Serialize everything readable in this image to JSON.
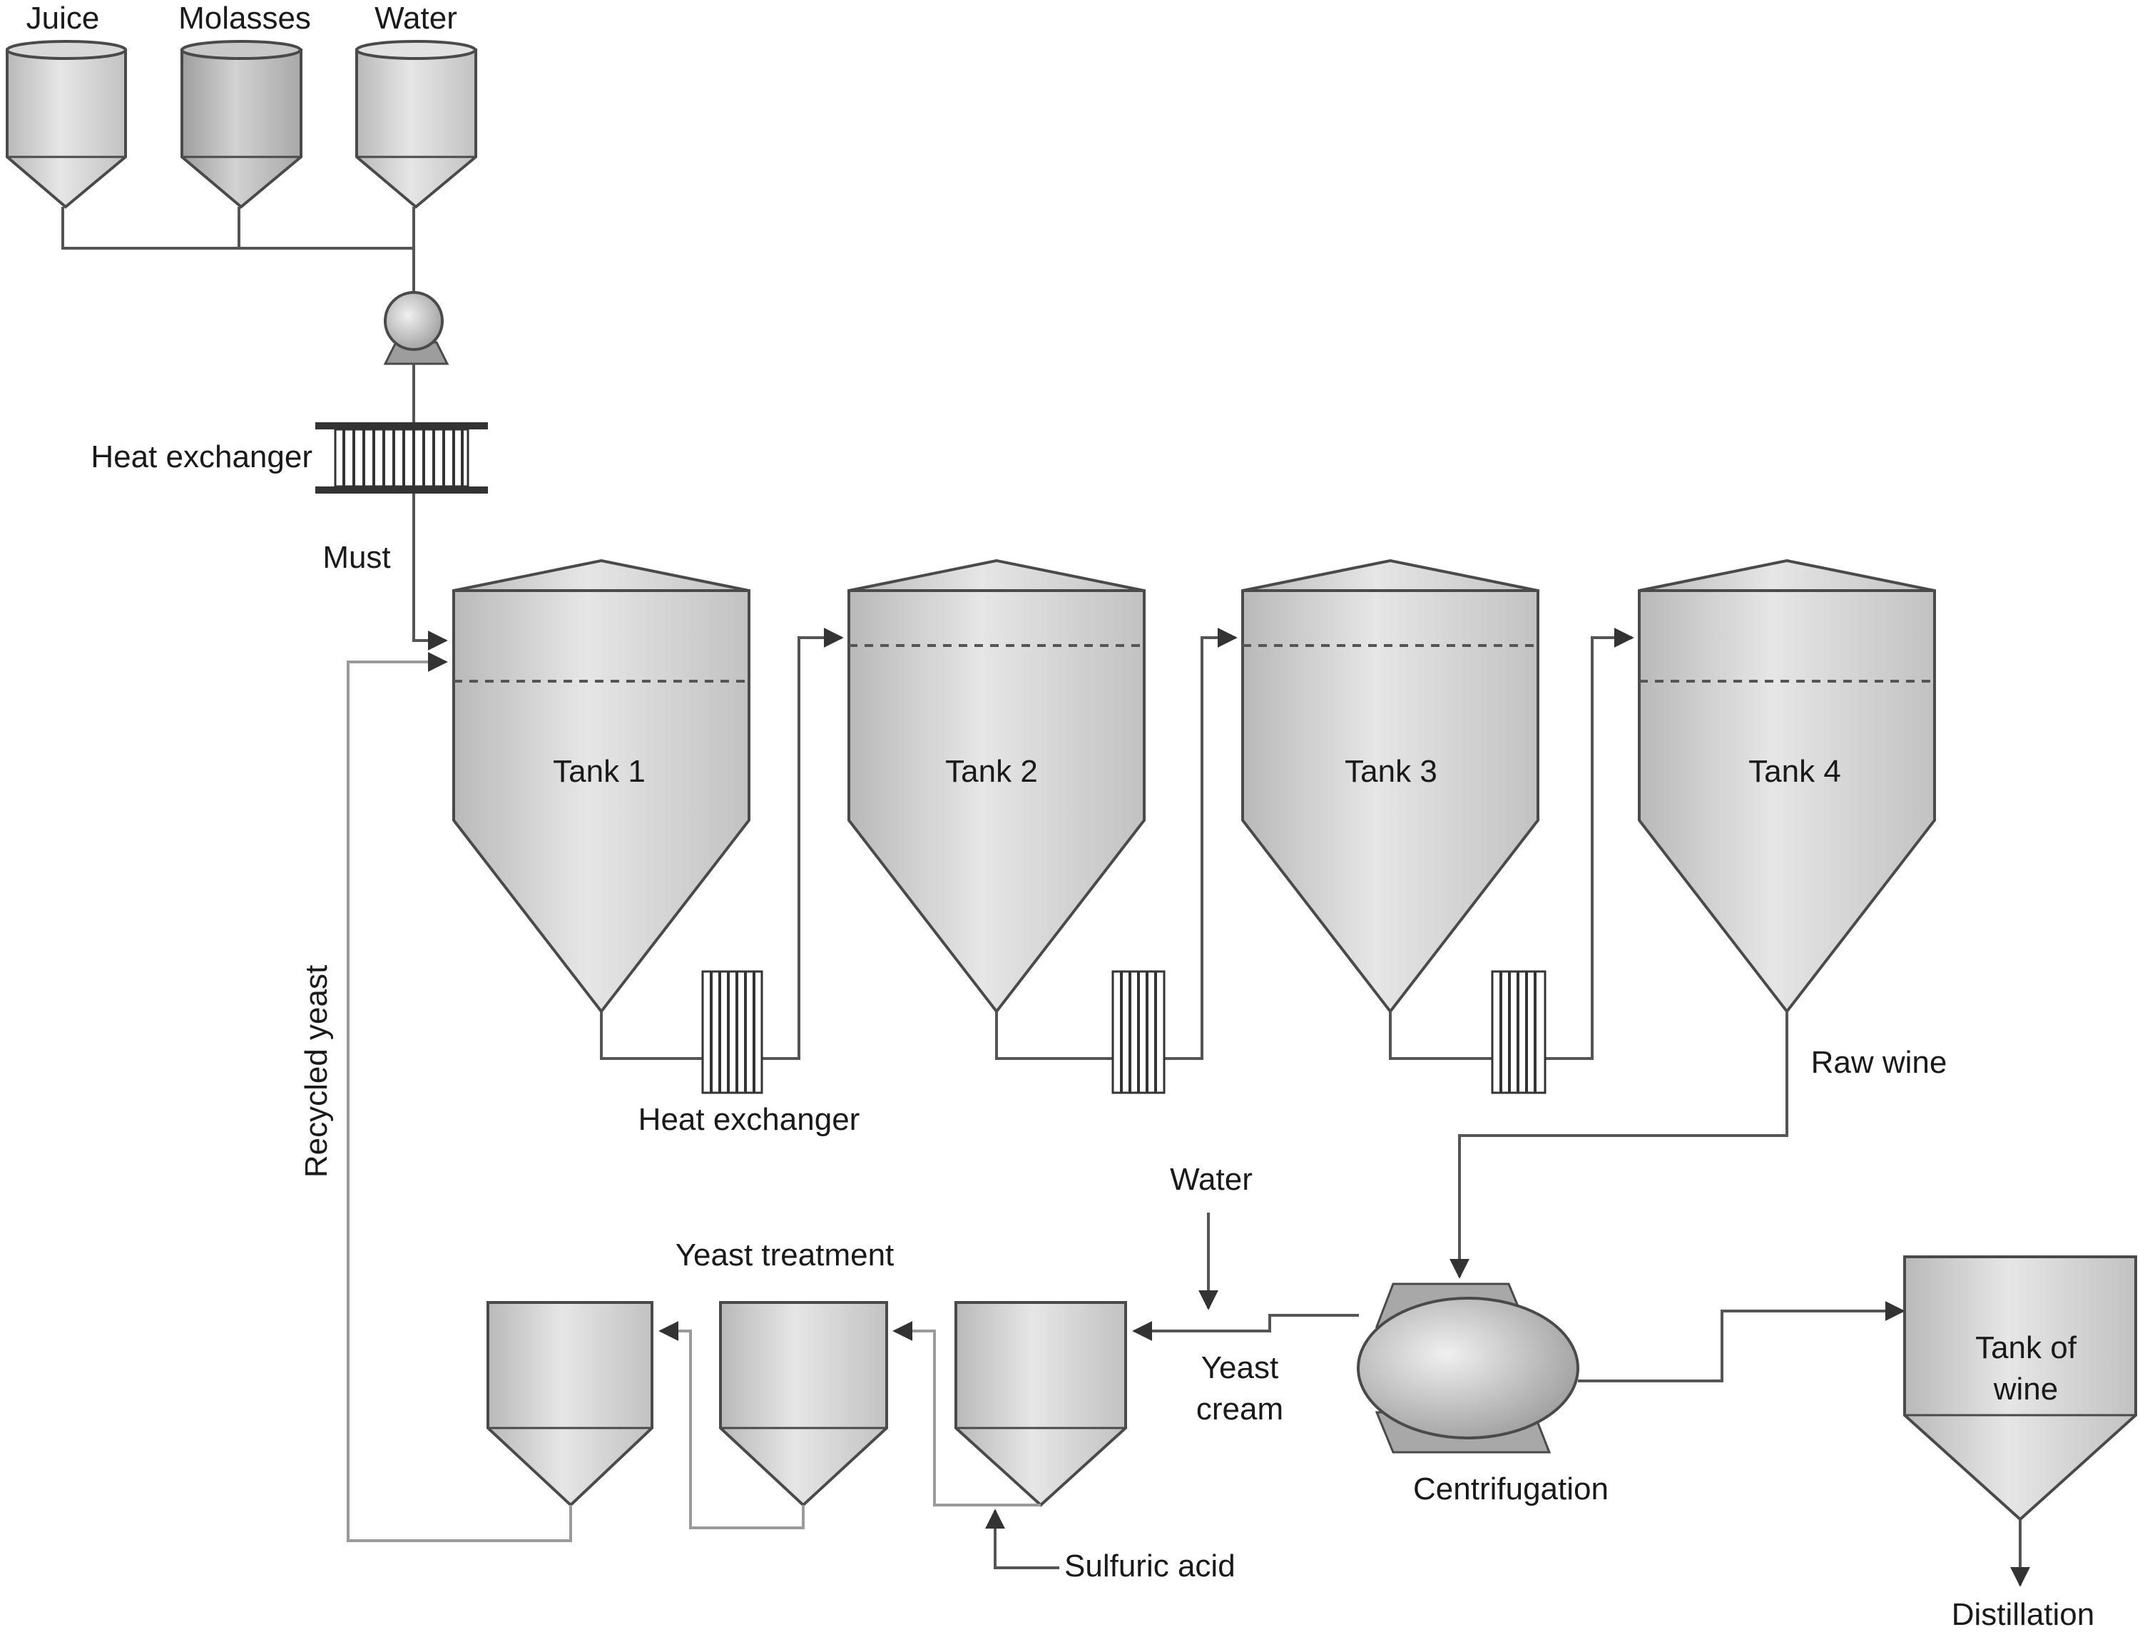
{
  "labels": {
    "juice": "Juice",
    "molasses": "Molasses",
    "water_top": "Water",
    "heat_exchanger_top": "Heat exchanger",
    "must": "Must",
    "tank1": "Tank 1",
    "tank2": "Tank 2",
    "tank3": "Tank 3",
    "tank4": "Tank 4",
    "heat_exchanger_mid": "Heat exchanger",
    "raw_wine": "Raw wine",
    "recycled_yeast": "Recycled yeast",
    "water_bottom": "Water",
    "yeast_treatment": "Yeast treatment",
    "yeast_cream_1": "Yeast",
    "yeast_cream_2": "cream",
    "centrifugation": "Centrifugation",
    "tank_of_wine_1": "Tank of",
    "tank_of_wine_2": "wine",
    "sulfuric_acid": "Sulfuric acid",
    "distillation": "Distillation"
  }
}
